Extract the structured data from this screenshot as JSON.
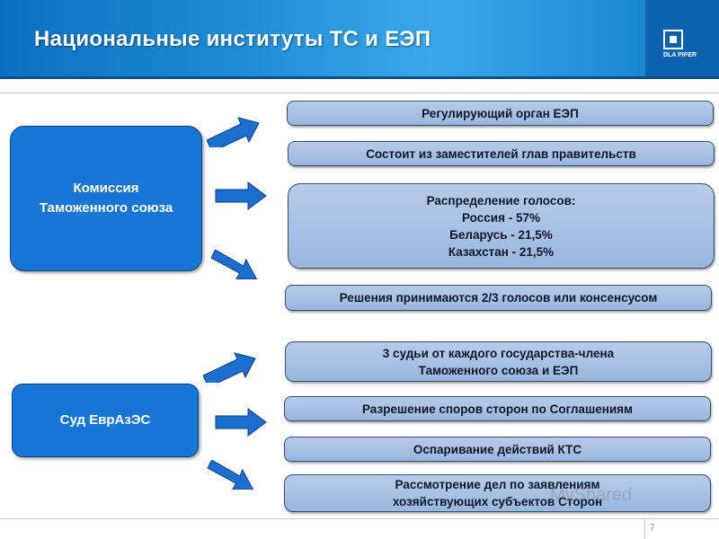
{
  "header": {
    "title": "Национальные институты ТС и ЕЭП",
    "logo_text": "DLA PIPER"
  },
  "commission": {
    "label_line1": "Комиссия",
    "label_line2": "Таможенного союза",
    "items": [
      {
        "text": "Регулирующий орган ЕЭП"
      },
      {
        "text": "Состоит из заместителей глав правительств"
      },
      {
        "lines": [
          "Распределение голосов:",
          "Россия - 57%",
          "Беларусь - 21,5%",
          "Казахстан - 21,5%"
        ]
      },
      {
        "text": "Решения принимаются 2/3 голосов или консенсусом"
      }
    ]
  },
  "court": {
    "label": "Суд ЕврАзЭС",
    "items": [
      {
        "lines": [
          "3 судьи от каждого государства-члена",
          "Таможенного союза и ЕЭП"
        ]
      },
      {
        "text": "Разрешение споров сторон по Соглашениям"
      },
      {
        "text": "Оспаривание действий КТС"
      },
      {
        "lines": [
          "Рассмотрение дел по заявлениям",
          "хозяйствующих субъектов Сторон"
        ]
      }
    ]
  },
  "footer": {
    "page_number": "7"
  },
  "watermark": "MyShared",
  "colors": {
    "header_blue": "#1f8fd8",
    "box_blue": "#1877d6",
    "pill_fill": "#a9c2e4",
    "arrow_blue": "#1a6fd0"
  }
}
